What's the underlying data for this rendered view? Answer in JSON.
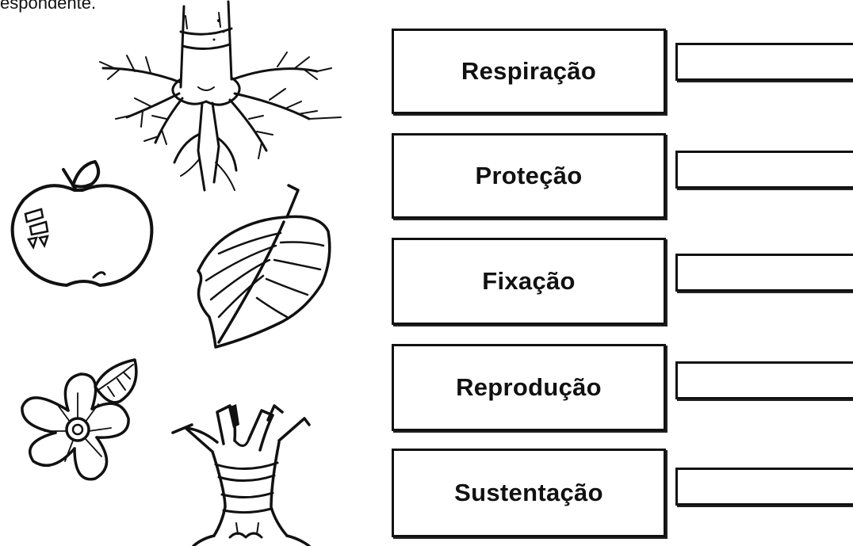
{
  "instruction_fragment": "espondente.",
  "functions": [
    {
      "label": "Respiração"
    },
    {
      "label": "Proteção"
    },
    {
      "label": "Fixação"
    },
    {
      "label": "Reprodução"
    },
    {
      "label": "Sustentação"
    }
  ],
  "illustrations": [
    "root",
    "apple",
    "leaf",
    "flower",
    "stem"
  ]
}
